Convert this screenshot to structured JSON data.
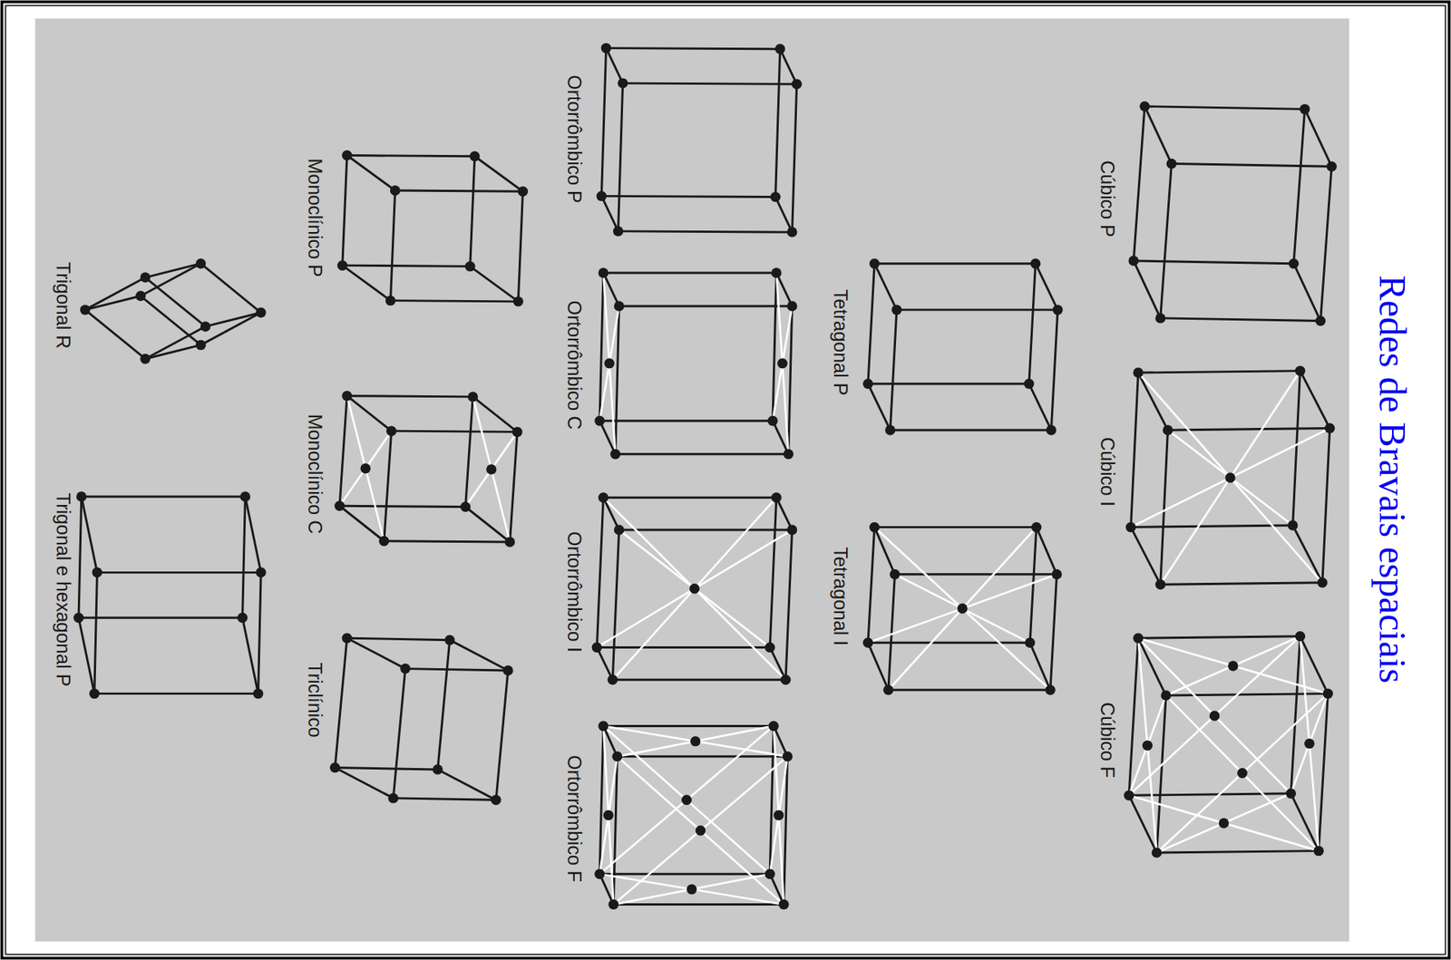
{
  "diagram": {
    "title": "Redes de Bravais espaciais",
    "labels": [
      "Cúbico P",
      "Cúbico I",
      "Cúbico F",
      "Tetragonal P",
      "Tetragonal I",
      "Ortorrômbico P",
      "Ortorrômbico C",
      "Ortorrômbico I",
      "Ortorrômbico F",
      "Monoclínico P",
      "Monoclínico C",
      "Triclínico",
      "Trigonal R",
      "Trigonal e hexagonal P"
    ]
  }
}
